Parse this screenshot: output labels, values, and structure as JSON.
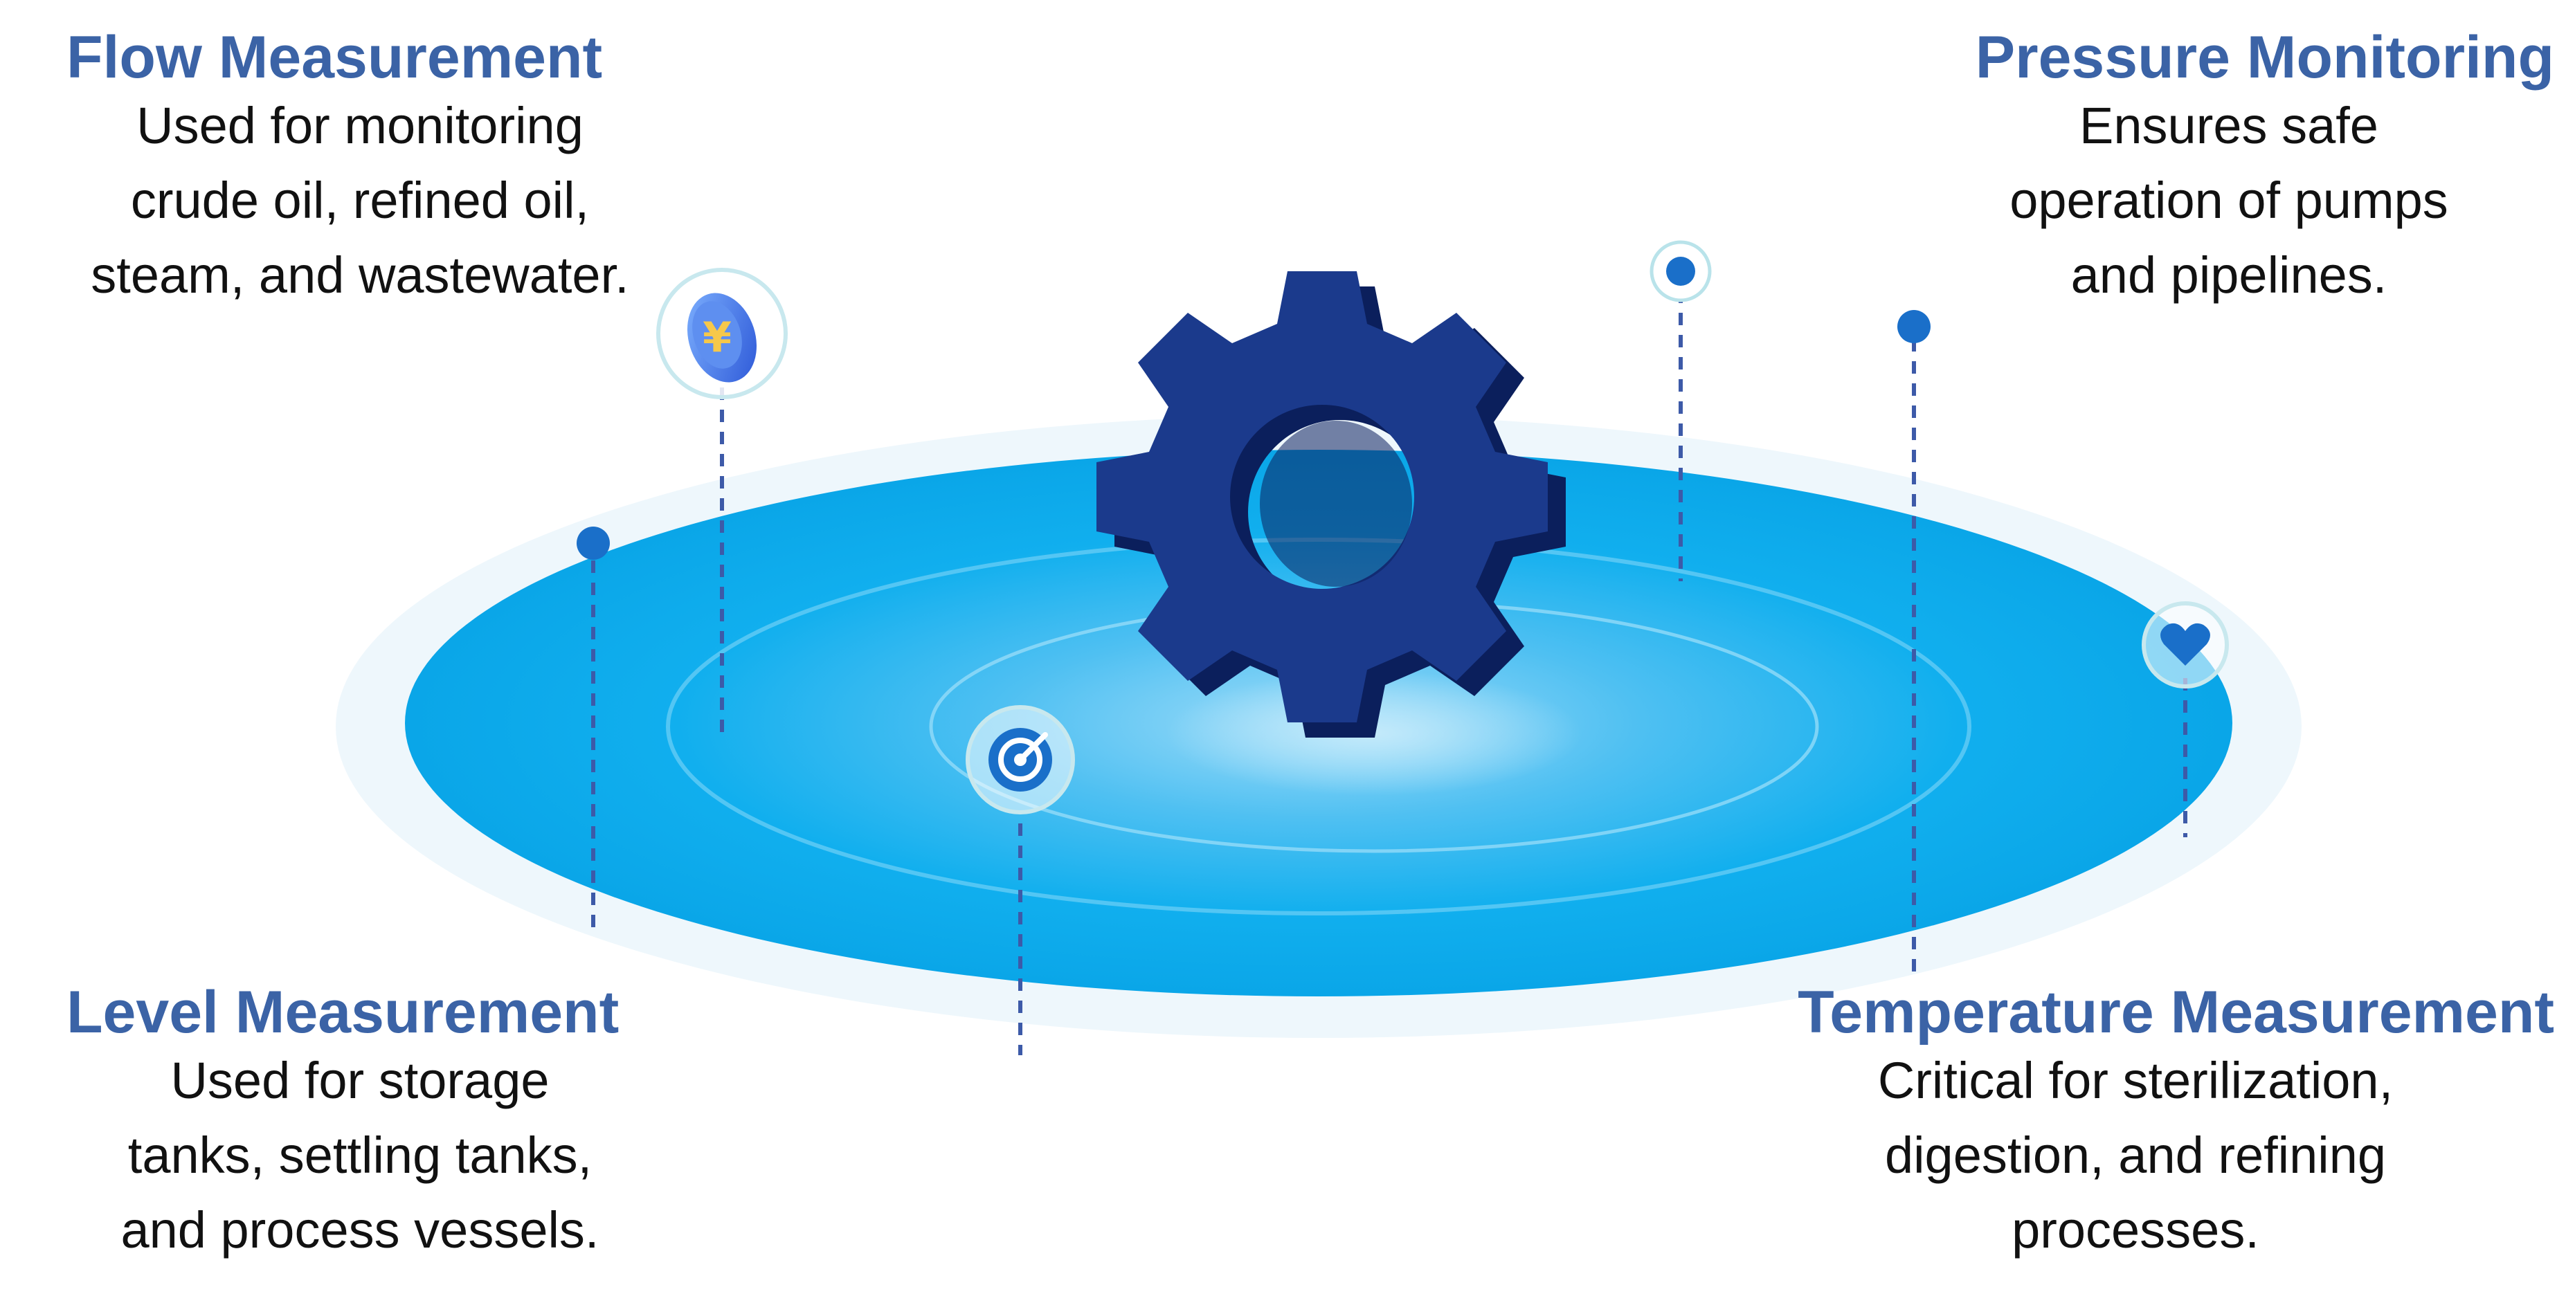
{
  "colors": {
    "heading": "#3b63a6",
    "body_text": "#111111",
    "disc_outer": "#0aaef0",
    "disc_inner": "#5cc8f5",
    "gear": "#15307a",
    "gear_dark": "#0b1f5c",
    "marker": "#1a6fc9",
    "leader_line": "#3d5aa8"
  },
  "icons": {
    "center": "gear-icon",
    "coin": "coin-icon",
    "target": "target-icon",
    "heart": "heart-icon"
  },
  "callouts": {
    "flow": {
      "title": "Flow Measurement",
      "lines": [
        "Used for monitoring",
        "crude oil, refined oil,",
        "steam, and wastewater."
      ]
    },
    "pressure": {
      "title": "Pressure Monitoring",
      "lines": [
        "Ensures safe",
        "operation of pumps",
        "and pipelines."
      ]
    },
    "level": {
      "title": "Level Measurement",
      "lines": [
        "Used for storage",
        "tanks, settling tanks,",
        "and process vessels."
      ]
    },
    "temperature": {
      "title": "Temperature Measurement",
      "lines": [
        "Critical for sterilization,",
        "digestion, and refining",
        "processes."
      ]
    }
  }
}
